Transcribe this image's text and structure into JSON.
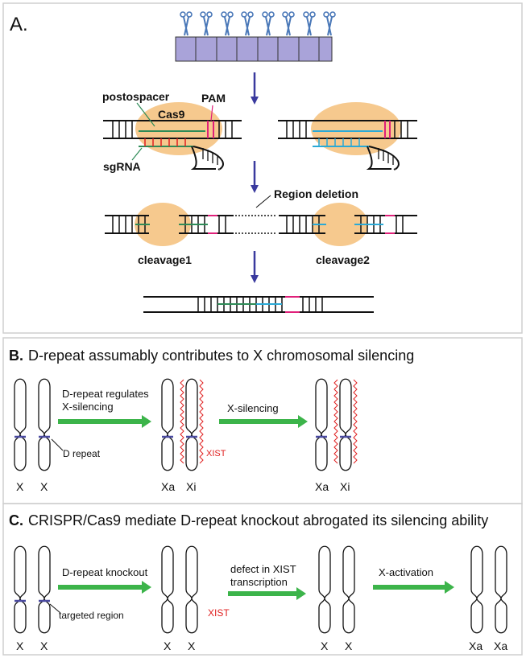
{
  "panelA": {
    "label": "A.",
    "postospacer": "postospacer",
    "pam": "PAM",
    "cas9": "Cas9",
    "sgrna": "sgRNA",
    "region_deletion": "Region deletion",
    "cleavage1": "cleavage1",
    "cleavage2": "cleavage2"
  },
  "panelB": {
    "label": "B.",
    "title": "D-repeat assumably contributes to X chromosomal silencing",
    "arrow1_line1": "D-repeat regulates",
    "arrow1_line2": "X-silencing",
    "arrow2": "X-silencing",
    "d_repeat": "D repeat",
    "xist": "XIST",
    "chromosome_labels": [
      "X",
      "X",
      "Xa",
      "Xi",
      "Xa",
      "Xi"
    ]
  },
  "panelC": {
    "label": "C.",
    "title": "CRISPR/Cas9 mediate D-repeat knockout abrogated its silencing ability",
    "arrow1": "D-repeat knockout",
    "arrow2_line1": "defect in XIST",
    "arrow2_line2": "transcription",
    "arrow3": "X-activation",
    "targeted_region": "targeted region",
    "xist": "XIST",
    "chromosome_labels": [
      "X",
      "X",
      "X",
      "X",
      "X",
      "X",
      "Xa",
      "Xa"
    ]
  },
  "colors": {
    "purple_block": "#a9a3d9",
    "arrow_blue": "#3a3a9e",
    "orange_ellipse": "#f6c98e",
    "green_arrow": "#3cb44a",
    "red": "#e02020",
    "magenta": "#e0207a",
    "cyan": "#2aa9d6",
    "dark_green": "#2e8b57",
    "band": "#4a4aa0"
  },
  "icons": [
    "scissors-icon"
  ]
}
